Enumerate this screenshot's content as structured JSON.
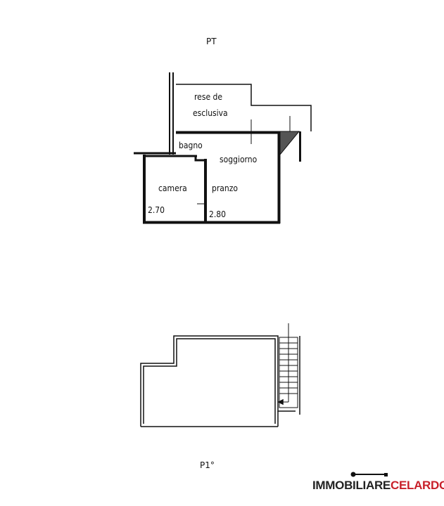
{
  "floors": [
    {
      "label": "PT",
      "rooms": [
        "rese de",
        "esclusiva",
        "bagno",
        "soggiorno",
        "camera",
        "pranzo"
      ],
      "heights": [
        "2.70",
        "2.80"
      ]
    },
    {
      "label": "P1°"
    }
  ],
  "logo": {
    "part1": "IMMOBILIARE",
    "part2": "CELARDO",
    "mark": "®",
    "colors": {
      "dark": "#222222",
      "red": "#c8202a"
    }
  }
}
